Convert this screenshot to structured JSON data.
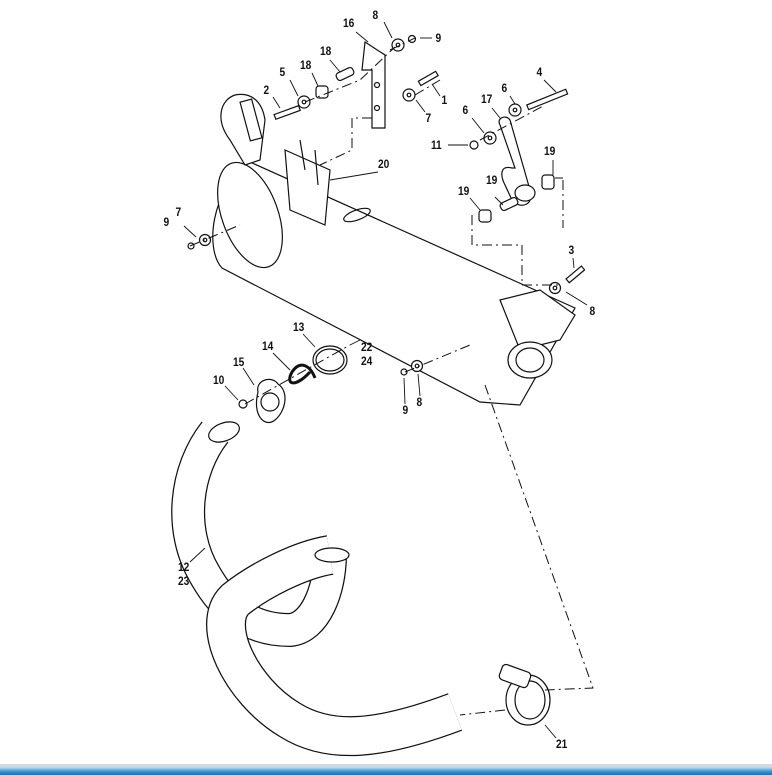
{
  "callouts": {
    "c1": "1",
    "c2": "2",
    "c3": "3",
    "c4": "4",
    "c5": "5",
    "c6a": "6",
    "c6b": "6",
    "c7a": "7",
    "c7b": "7",
    "c8a": "8",
    "c8b": "8",
    "c8c": "8",
    "c9a": "9",
    "c9b": "9",
    "c9c": "9",
    "c10": "10",
    "c11": "11",
    "c12": "12",
    "c13": "13",
    "c14": "14",
    "c15": "15",
    "c16": "16",
    "c17": "17",
    "c18a": "18",
    "c18b": "18",
    "c19a": "19",
    "c19b": "19",
    "c19c": "19",
    "c20": "20",
    "c21": "21",
    "c22": "22",
    "c23": "23",
    "c24": "24"
  }
}
